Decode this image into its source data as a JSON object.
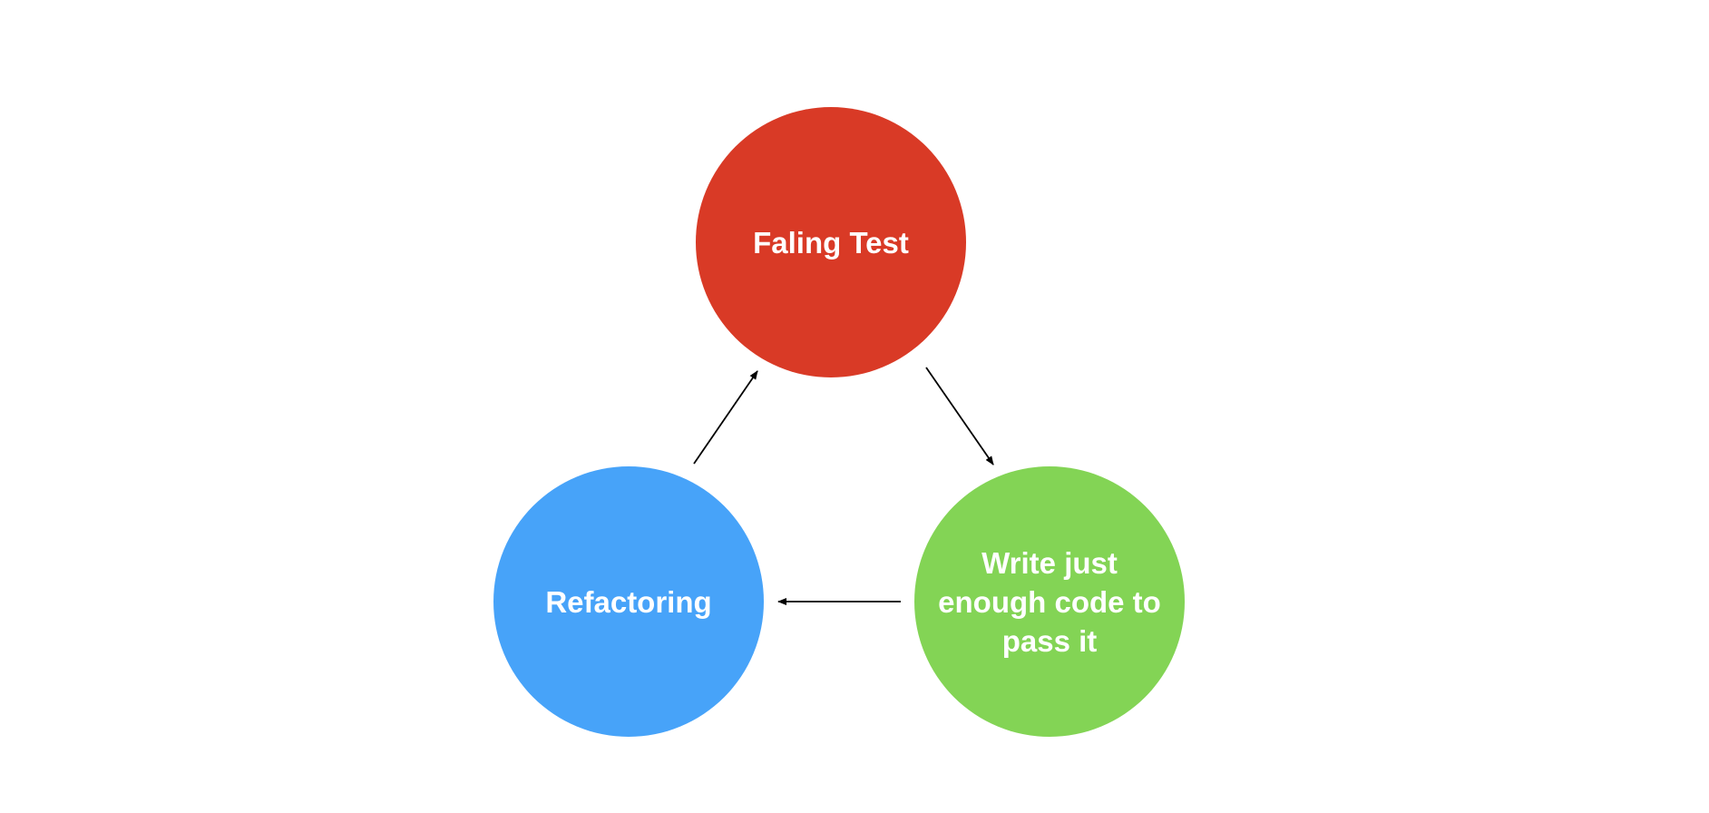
{
  "nodes": {
    "failing_test": {
      "label": "Faling Test",
      "color": "#D93A26"
    },
    "write_code": {
      "label": "Write just\nenough code to\npass it",
      "color": "#83D455"
    },
    "refactoring": {
      "label": "Refactoring",
      "color": "#47A3F9"
    }
  },
  "edges": [
    {
      "from": "failing_test",
      "to": "write_code"
    },
    {
      "from": "write_code",
      "to": "refactoring"
    },
    {
      "from": "refactoring",
      "to": "failing_test"
    }
  ],
  "colors": {
    "background": "#FFFFFF",
    "arrow": "#000000",
    "label_text": "#FFFFFF"
  }
}
